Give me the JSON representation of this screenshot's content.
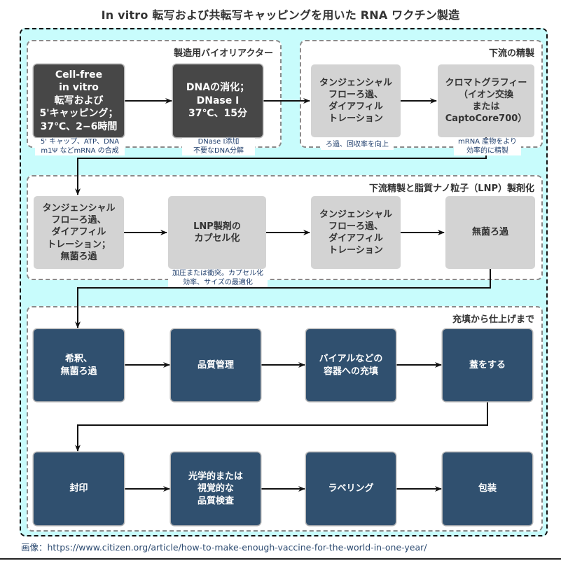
{
  "title": "In vitro 転写および共転写キャッピングを用いた RNA ワクチン製造",
  "colors": {
    "outer_background": "#c8fcfc",
    "dark_box": "#474747",
    "light_box": "#d3d3d3",
    "navy_box": "#30506f",
    "note_text": "#1e3d6b"
  },
  "sections": [
    {
      "id": "bioreactor",
      "title": "製造用バイオリアクター",
      "steps": [
        {
          "label": "Cell-free\nin vitro\n転写および\n5'キャッピング；\n37℃、2−6時間",
          "note": "5' キャップ、ATP、DNA\nm1Ψ などmRNA の合成"
        },
        {
          "label": "DNAの消化；\nDNase I\n37℃、15分",
          "note": "DNase I添加\n不要なDNA分解"
        }
      ]
    },
    {
      "id": "downstream-purification",
      "title": "下流の精製",
      "steps": [
        {
          "label": "タンジェンシャル\nフローろ過、\nダイアフィル\nトレーション",
          "note": "ろ過、回収率を向上"
        },
        {
          "label": "クロマトグラフィー\n（イオン交換\nまたは\nCaptoCore700）",
          "note": "mRNA 産物をより\n効率的に精製"
        }
      ]
    },
    {
      "id": "lnp-formulation",
      "title": "下流精製と脂質ナノ粒子（LNP）製剤化",
      "steps": [
        {
          "label": "タンジェンシャル\nフローろ過、\nダイアフィル\nトレーション；\n無菌ろ過"
        },
        {
          "label": "LNP製剤の\nカプセル化",
          "note": "加圧または衝突。カプセル化\n効率、サイズの最適化"
        },
        {
          "label": "タンジェンシャル\nフローろ過、\nダイアフィル\nトレーション"
        },
        {
          "label": "無菌ろ過"
        }
      ]
    },
    {
      "id": "fill-finish",
      "title": "充填から仕上げまで",
      "steps": [
        {
          "label": "希釈、\n無菌ろ過"
        },
        {
          "label": "品質管理"
        },
        {
          "label": "バイアルなどの\n容器への充填"
        },
        {
          "label": "蓋をする"
        },
        {
          "label": "封印"
        },
        {
          "label": "光学的または\n視覚的な\n品質検査"
        },
        {
          "label": "ラベリング"
        },
        {
          "label": "包装"
        }
      ]
    }
  ],
  "credit": "画像：https://www.citizen.org/article/how-to-make-enough-vaccine-for-the-world-in-one-year/"
}
